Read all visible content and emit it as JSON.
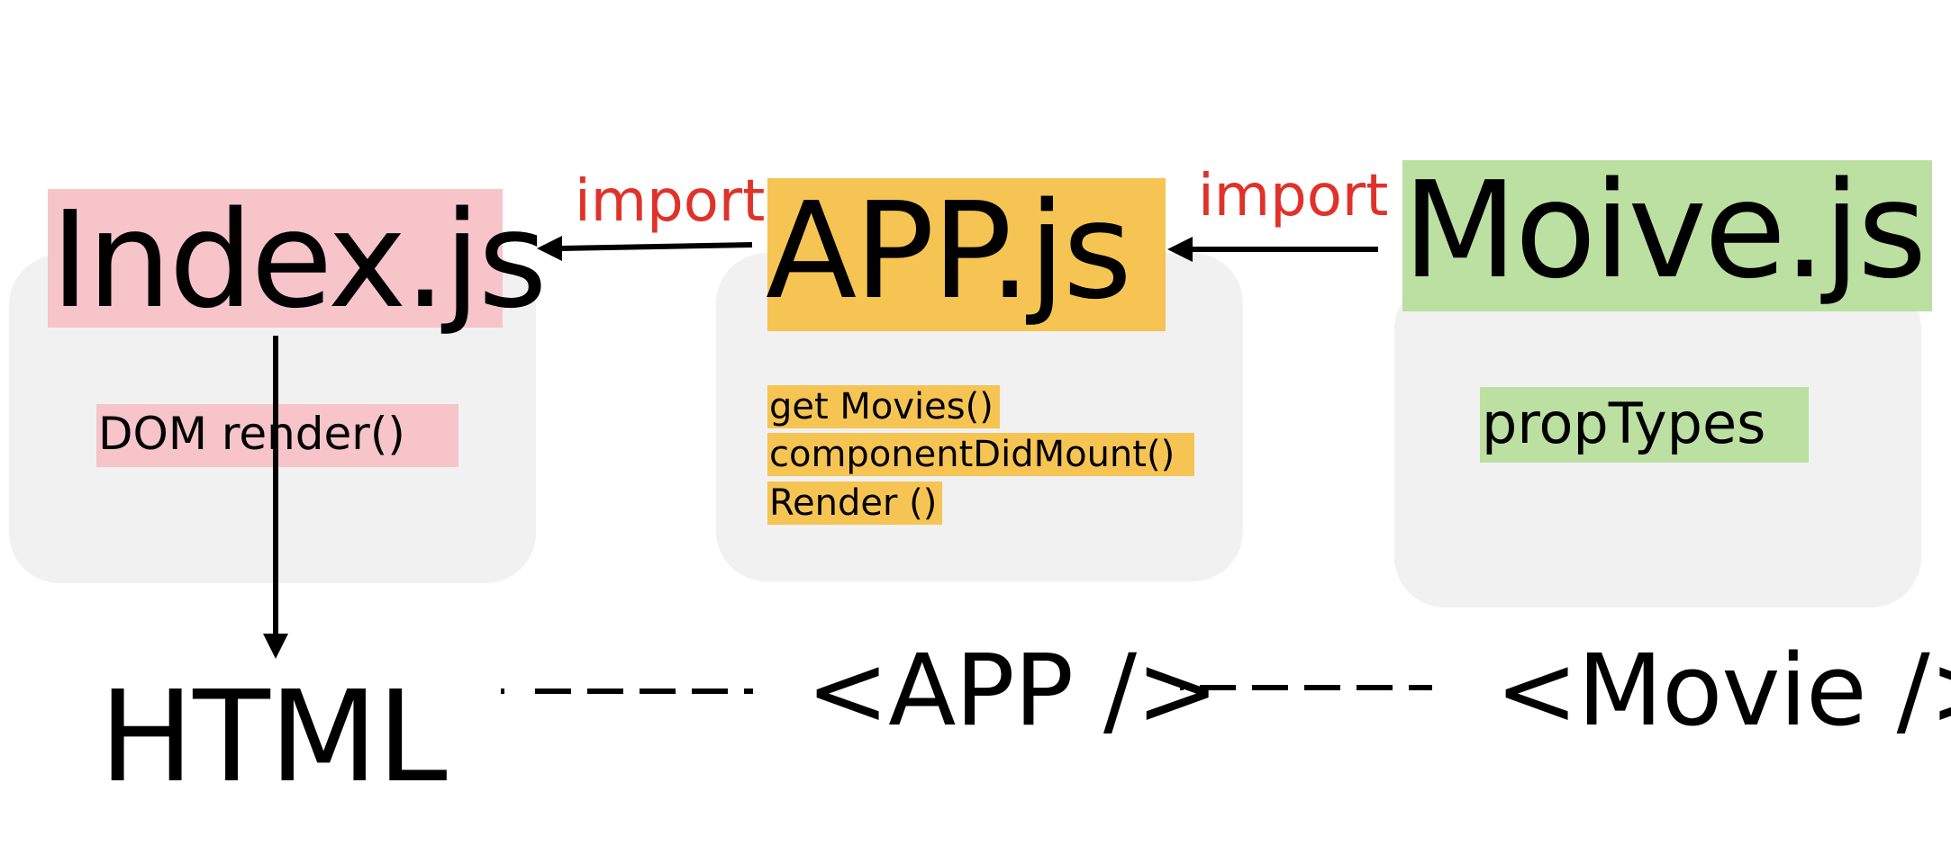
{
  "colors": {
    "pink": "#f6c4c9",
    "orange": "#f6c453",
    "green": "#bcdfa2",
    "panel": "#f1f1f1",
    "import_red": "#e0322a"
  },
  "modules": {
    "index": {
      "title": "Index.js",
      "method": "DOM render()"
    },
    "app": {
      "title": "APP.js",
      "methods": [
        "get Movies()",
        "componentDidMount()",
        "Render ()"
      ]
    },
    "movie": {
      "title": "Moive.js",
      "method": "propTypes"
    }
  },
  "arrows": {
    "app_to_index": "import",
    "movie_to_app": "import"
  },
  "outputs": {
    "html": "HTML",
    "app_tag": "<APP />",
    "movie_tag": "<Movie />"
  }
}
